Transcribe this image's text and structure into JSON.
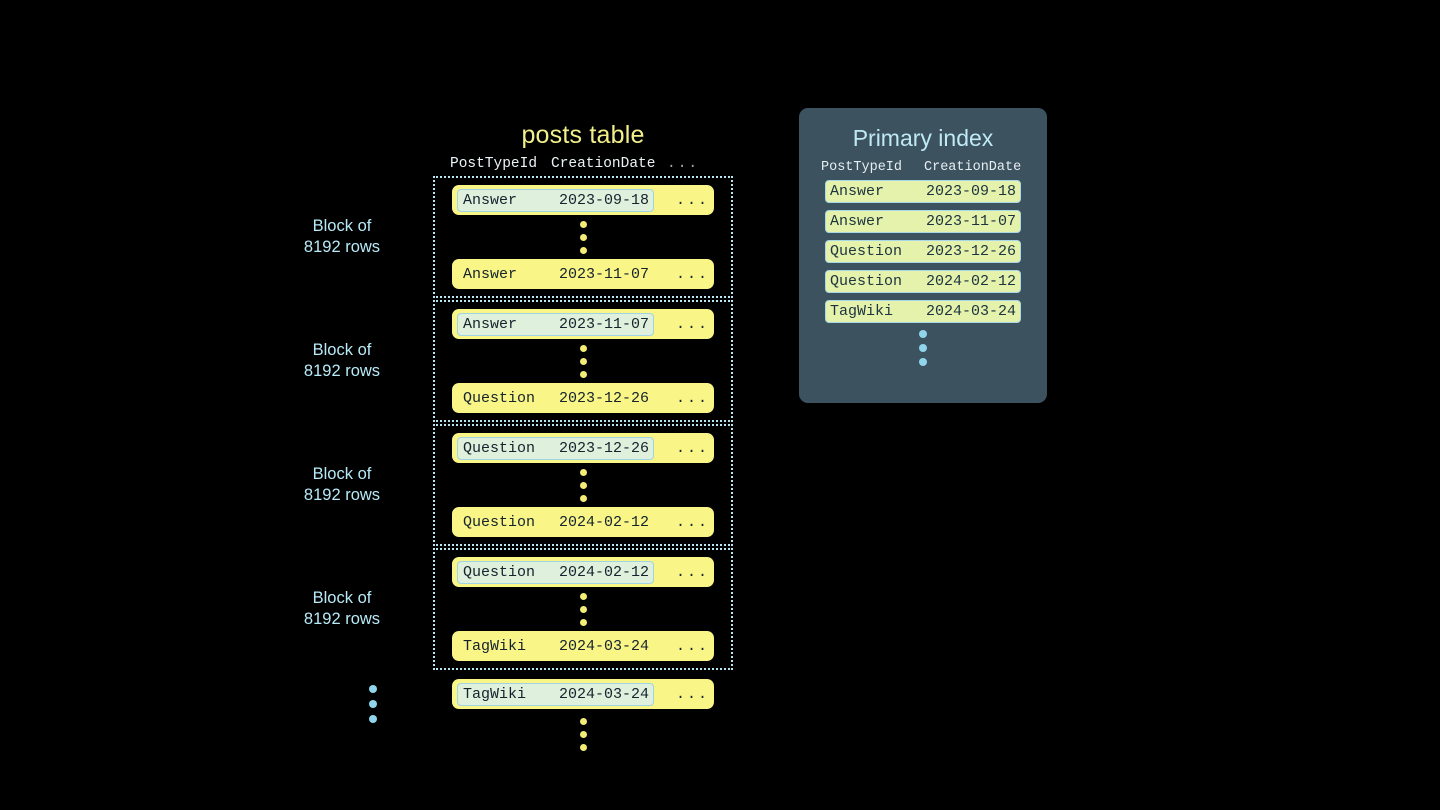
{
  "posts_table": {
    "title": "posts table",
    "columns": [
      "PostTypeId",
      "CreationDate",
      "..."
    ],
    "blocks": [
      {
        "label": "Block of\n8192 rows",
        "first_row": {
          "post_type_id": "Answer",
          "creation_date": "2023-09-18",
          "more": "...",
          "highlighted": true
        },
        "last_row": {
          "post_type_id": "Answer",
          "creation_date": "2023-11-07",
          "more": "...",
          "highlighted": false
        }
      },
      {
        "label": "Block of\n8192 rows",
        "first_row": {
          "post_type_id": "Answer",
          "creation_date": "2023-11-07",
          "more": "...",
          "highlighted": true
        },
        "last_row": {
          "post_type_id": "Question",
          "creation_date": "2023-12-26",
          "more": "...",
          "highlighted": false
        }
      },
      {
        "label": "Block of\n8192 rows",
        "first_row": {
          "post_type_id": "Question",
          "creation_date": "2023-12-26",
          "more": "...",
          "highlighted": true
        },
        "last_row": {
          "post_type_id": "Question",
          "creation_date": "2024-02-12",
          "more": "...",
          "highlighted": false
        }
      },
      {
        "label": "Block of\n8192 rows",
        "first_row": {
          "post_type_id": "Question",
          "creation_date": "2024-02-12",
          "more": "...",
          "highlighted": true
        },
        "last_row": {
          "post_type_id": "TagWiki",
          "creation_date": "2024-03-24",
          "more": "...",
          "highlighted": false
        }
      }
    ],
    "tail_row": {
      "post_type_id": "TagWiki",
      "creation_date": "2024-03-24",
      "more": "...",
      "highlighted": true
    }
  },
  "primary_index": {
    "title": "Primary index",
    "columns": [
      "PostTypeId",
      "CreationDate"
    ],
    "rows": [
      {
        "post_type_id": "Answer",
        "creation_date": "2023-09-18"
      },
      {
        "post_type_id": "Answer",
        "creation_date": "2023-11-07"
      },
      {
        "post_type_id": "Question",
        "creation_date": "2023-12-26"
      },
      {
        "post_type_id": "Question",
        "creation_date": "2024-02-12"
      },
      {
        "post_type_id": "TagWiki",
        "creation_date": "2024-03-24"
      }
    ]
  },
  "colors": {
    "background": "#000000",
    "row_yellow": "#f9f587",
    "row_text": "#14232e",
    "highlight_mint": "#dff0dc",
    "highlight_border": "#9fd4e4",
    "block_border_cyan": "#b7e6f2",
    "label_cyan": "#b7eaf7",
    "title_yellow": "#f2f08a",
    "index_panel": "#3c525f",
    "index_title": "#bfe9f5",
    "index_row": "#e4f2ab",
    "dot_yellow": "#f4ec76",
    "dot_cyan": "#8fd5ec"
  }
}
